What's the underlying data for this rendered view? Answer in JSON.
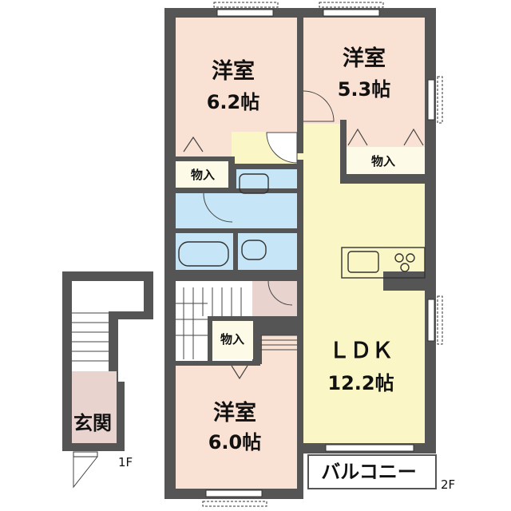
{
  "floor_plan": {
    "rooms": {
      "western_room_1": {
        "name": "洋室",
        "size": "6.2帖"
      },
      "western_room_2": {
        "name": "洋室",
        "size": "5.3帖"
      },
      "western_room_3": {
        "name": "洋室",
        "size": "6.0帖"
      },
      "ldk": {
        "name": "ＬＤＫ",
        "size": "12.2帖"
      },
      "storage_1": "物入",
      "storage_2": "物入",
      "storage_3": "物入",
      "entrance": "玄関",
      "balcony": "バルコニー"
    },
    "floors": {
      "first": "1F",
      "second": "2F"
    },
    "colors": {
      "wall": "#555555",
      "western_room": "#f9e2d4",
      "ldk": "#faf6c6",
      "wet_area": "#c6e5f6",
      "entrance": "#e8d3cf",
      "storage": "#fdfbe7",
      "stair": "#ffffff"
    }
  }
}
